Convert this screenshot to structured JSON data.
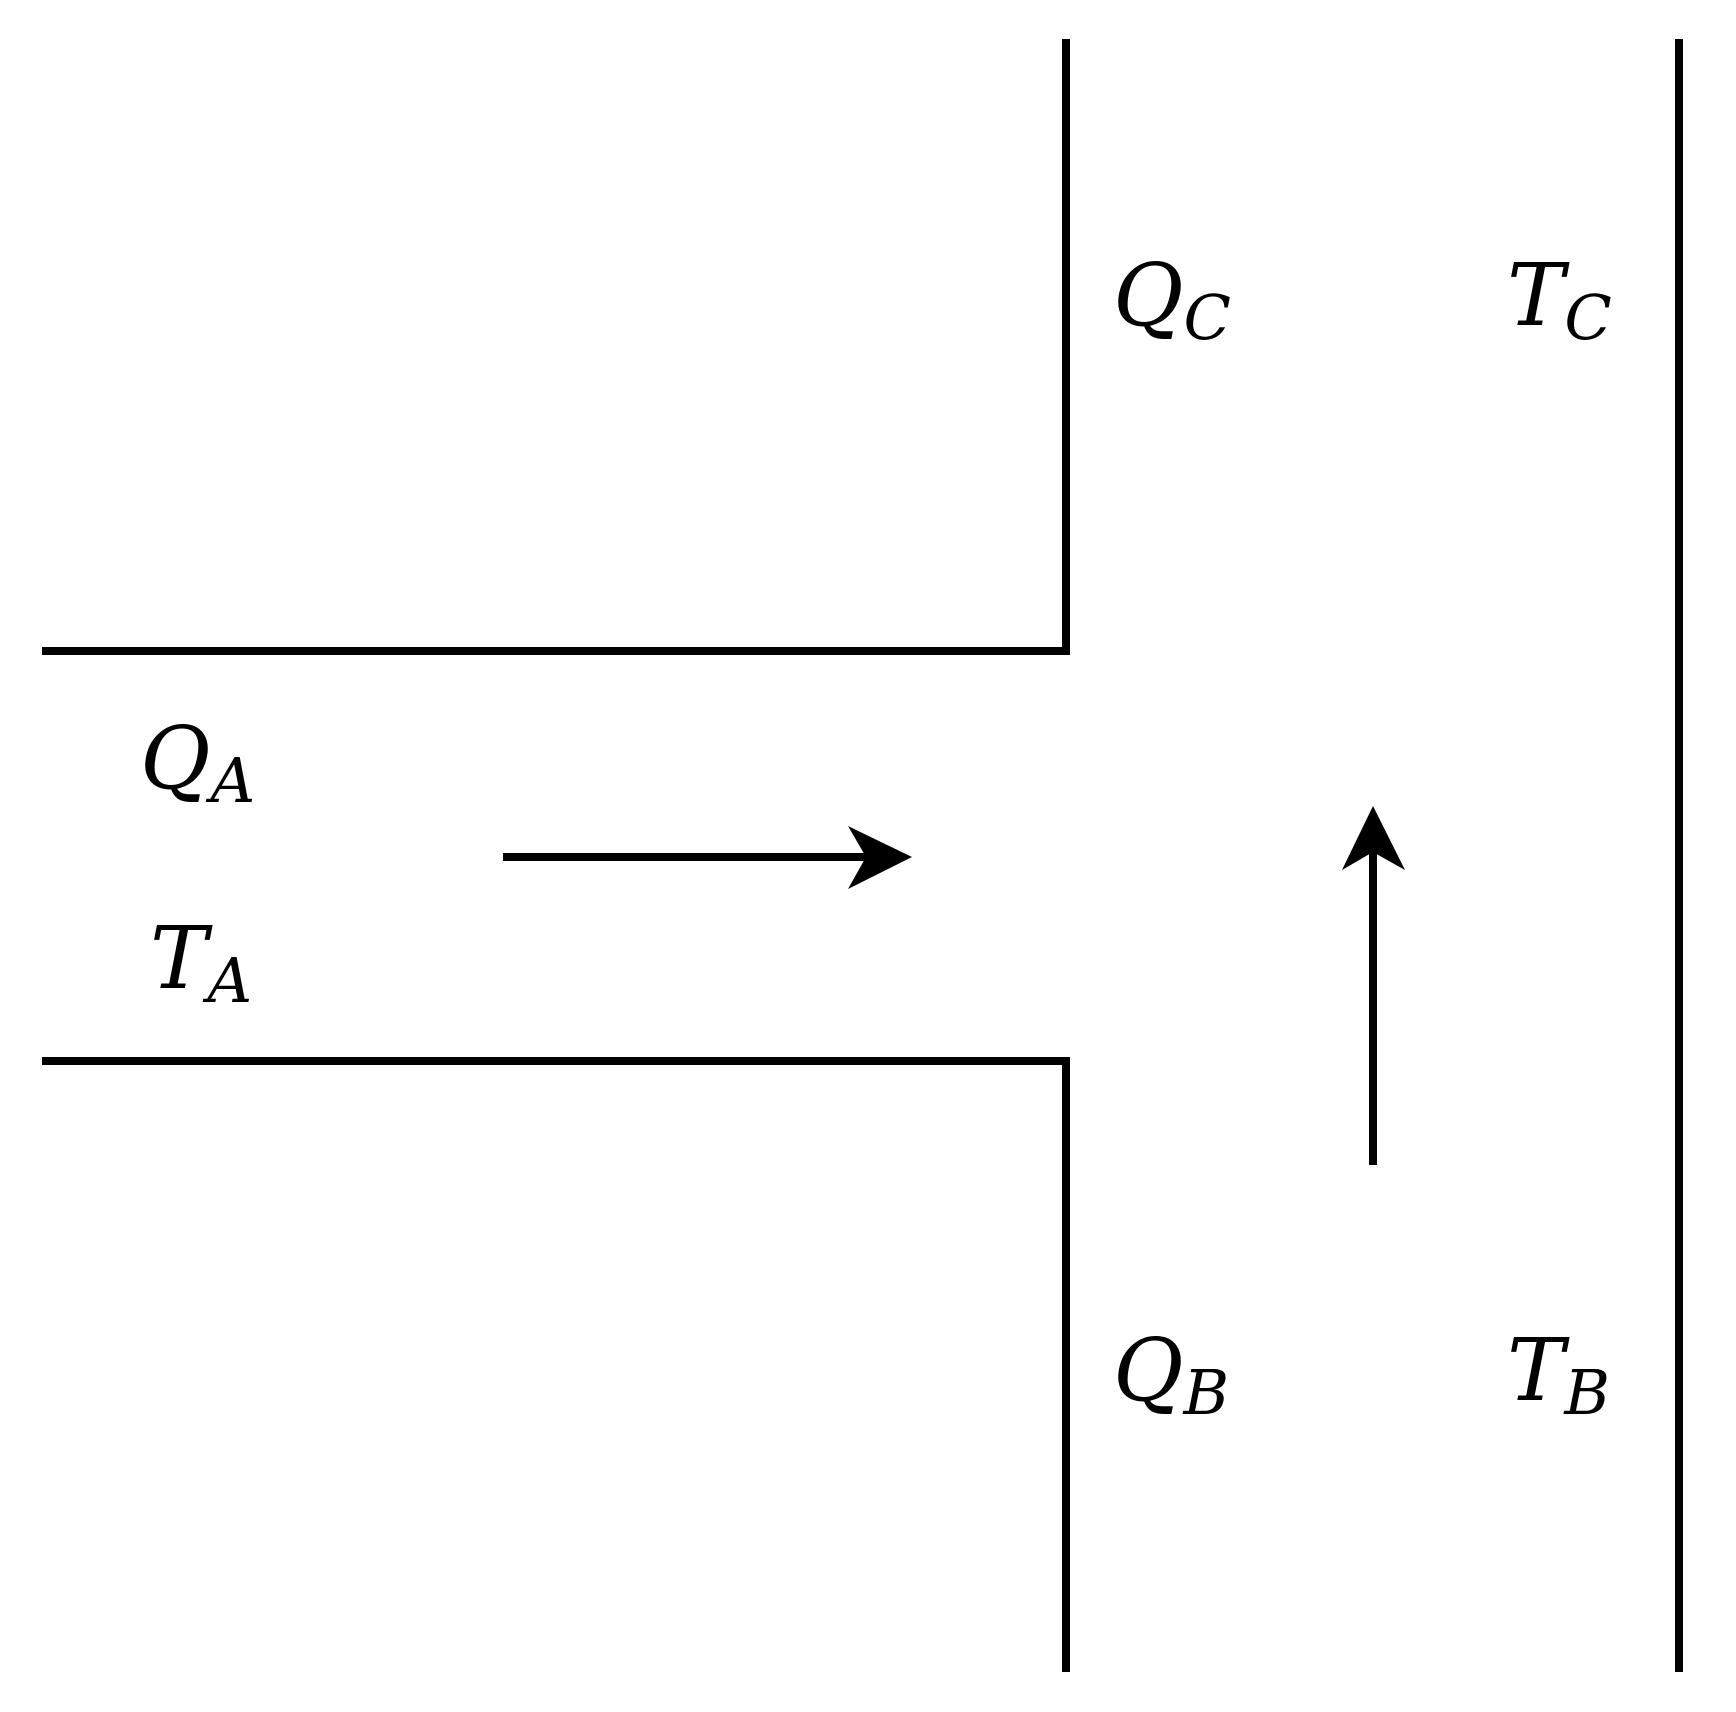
{
  "diagram": {
    "labels": {
      "qa": {
        "main": "Q",
        "sub": "A"
      },
      "ta": {
        "main": "T",
        "sub": "A"
      },
      "qc": {
        "main": "Q",
        "sub": "C"
      },
      "tc": {
        "main": "T",
        "sub": "C"
      },
      "qb": {
        "main": "Q",
        "sub": "B"
      },
      "tb": {
        "main": "T",
        "sub": "B"
      }
    },
    "flow_arrows": [
      {
        "name": "inlet-a-flow",
        "direction": "right"
      },
      {
        "name": "channel-upward-flow",
        "direction": "up"
      }
    ]
  }
}
